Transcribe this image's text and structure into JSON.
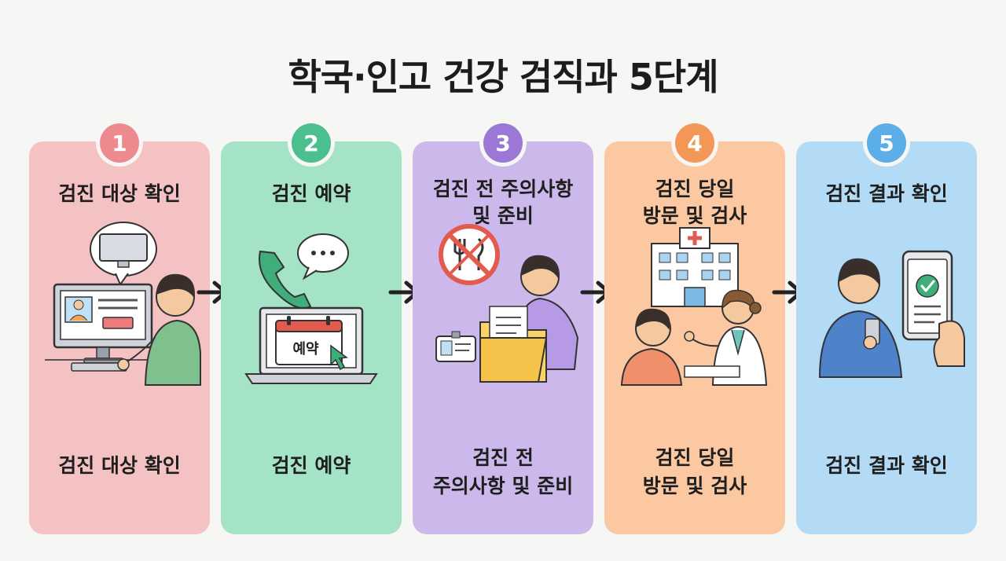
{
  "title": "학국·인고 건강 검직과 5단계",
  "steps": [
    {
      "number": "1",
      "title_lines": [
        "검진 대상 확인"
      ],
      "caption_lines": [
        "검진 대상 확인"
      ],
      "color": "#f5c2c4",
      "badge_color": "#ec8a8d"
    },
    {
      "number": "2",
      "title_lines": [
        "검진 예약"
      ],
      "caption_lines": [
        "검진 예약"
      ],
      "color": "#a5e3c7",
      "badge_color": "#4cbf8f",
      "calendar_label": "예약"
    },
    {
      "number": "3",
      "title_lines": [
        "검진 전 주의사항",
        "및 준비"
      ],
      "caption_lines": [
        "검진 전",
        "주의사항 및 준비"
      ],
      "color": "#cdb8ec",
      "badge_color": "#9b77d6"
    },
    {
      "number": "4",
      "title_lines": [
        "검진 당일",
        "방문 및 검사"
      ],
      "caption_lines": [
        "검진 당일",
        "방문 및 검사"
      ],
      "color": "#fbc8a1",
      "badge_color": "#f39756"
    },
    {
      "number": "5",
      "title_lines": [
        "검진 결과 확인"
      ],
      "caption_lines": [
        "검진 결과 확인"
      ],
      "color": "#b3dbf6",
      "badge_color": "#5baee6"
    }
  ]
}
